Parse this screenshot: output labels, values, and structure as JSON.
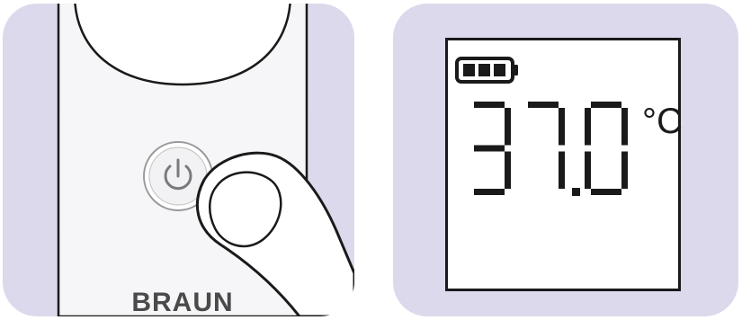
{
  "device_panel": {
    "brand_logo": "BRAUN",
    "power_button_icon": "power-icon"
  },
  "display_panel": {
    "battery_level": 1.0,
    "battery_icon": "battery-full-icon",
    "temperature_value": "37.0",
    "temperature_unit": "°C"
  },
  "colors": {
    "panel_background": "#dcd9ec",
    "line": "#1a1a1a"
  }
}
